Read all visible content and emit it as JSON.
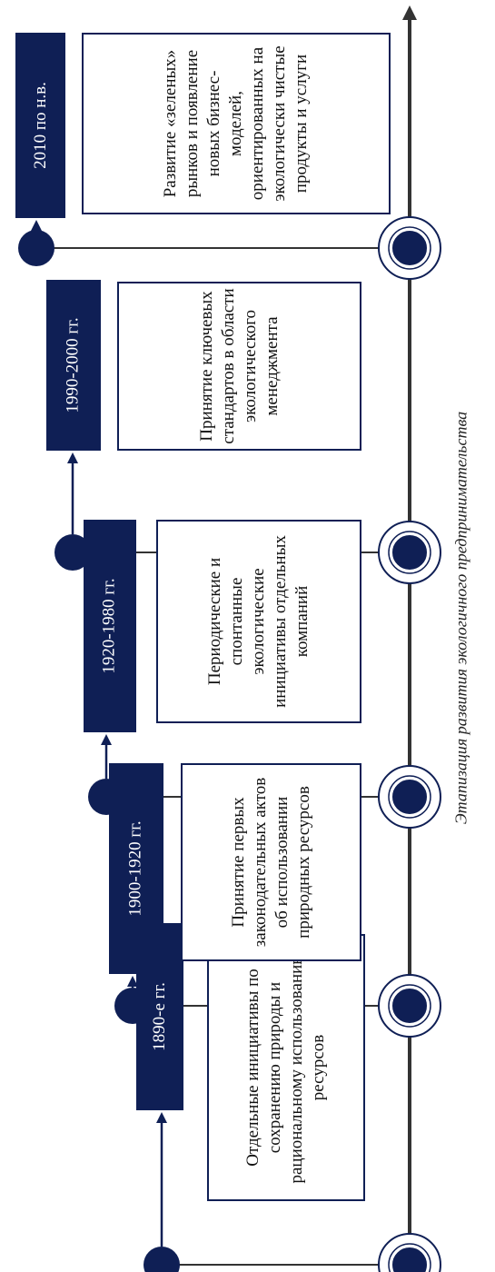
{
  "diagram": {
    "stages": [
      {
        "period": "1890-е гг.",
        "description": "Отдельные инициативы по сохранению природы и рациональному использованию ресурсов"
      },
      {
        "period": "1900-1920 гг.",
        "description": "Принятие первых законодательных актов об использовании природных ресурсов"
      },
      {
        "period": "1920-1980 гг.",
        "description": "Периодические и спонтанные экологические инициативы отдельных компаний"
      },
      {
        "period": "1990-2000 гг.",
        "description": "Принятие ключевых стандартов в области экологического менеджмента"
      },
      {
        "period": "2010 по н.в.",
        "description": "Развитие «зеленых» рынков и появление новых бизнес-моделей, ориентированных на экологически чистые продукты и услуги"
      }
    ],
    "colors": {
      "primary": "#0f1f55",
      "line": "#333333",
      "text": "#111111"
    }
  },
  "caption": "Этапизация развития экологичного предпринимательства"
}
